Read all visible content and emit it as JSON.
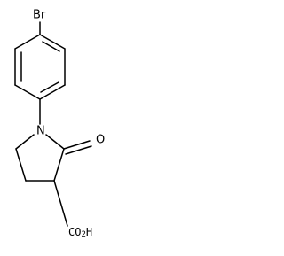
{
  "molecule": {
    "atoms": {
      "bromine": "Br",
      "nitrogen": "N",
      "oxygen": "O"
    },
    "carboxylic_acid": {
      "prefix": "CO",
      "subscript": "2",
      "suffix": "H"
    }
  }
}
